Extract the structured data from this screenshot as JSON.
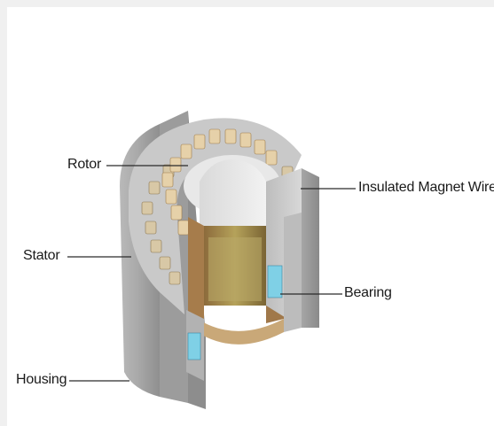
{
  "diagram": {
    "labels": {
      "rotor": "Rotor",
      "stator": "Stator",
      "housing": "Housing",
      "insulated_magnet_wire": "Insulated Magnet Wire",
      "bearing": "Bearing"
    }
  }
}
